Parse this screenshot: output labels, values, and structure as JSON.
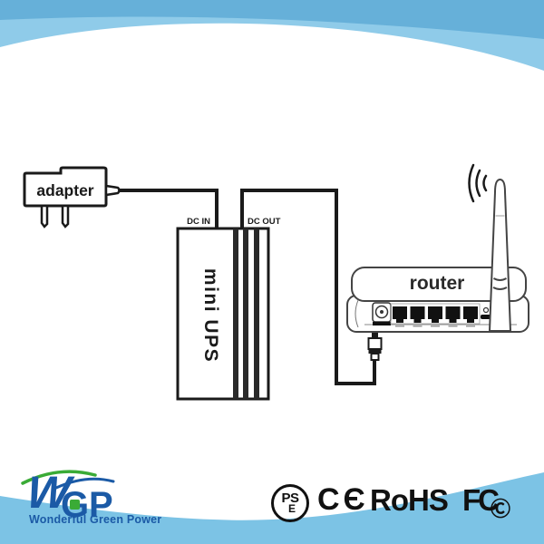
{
  "colors": {
    "banner_dark_blue": "#66b0d9",
    "banner_light_blue": "#8fcbe9",
    "wave_blue": "#7cc3e5",
    "wave_light_blue": "#aedaf1",
    "logo_blue": "#1b5aa6",
    "logo_green": "#3aab36",
    "line_art": "#1a1a1a"
  },
  "diagram": {
    "adapter_label": "adapter",
    "dc_in_label": "DC IN",
    "dc_out_label": "DC OUT",
    "ups_label": "mini UPS",
    "router_label": "router"
  },
  "logo": {
    "letter_w": "W",
    "letter_g": "G",
    "letter_p": "P",
    "tagline": "Wonderful Green Power"
  },
  "certifications": {
    "pse_top": "PS",
    "pse_bottom": "E",
    "ce": "CЄ",
    "rohs": "RoHS",
    "fcc_f": "F",
    "fcc_c": "C",
    "fcc_inner_c": "Ⓒ"
  }
}
